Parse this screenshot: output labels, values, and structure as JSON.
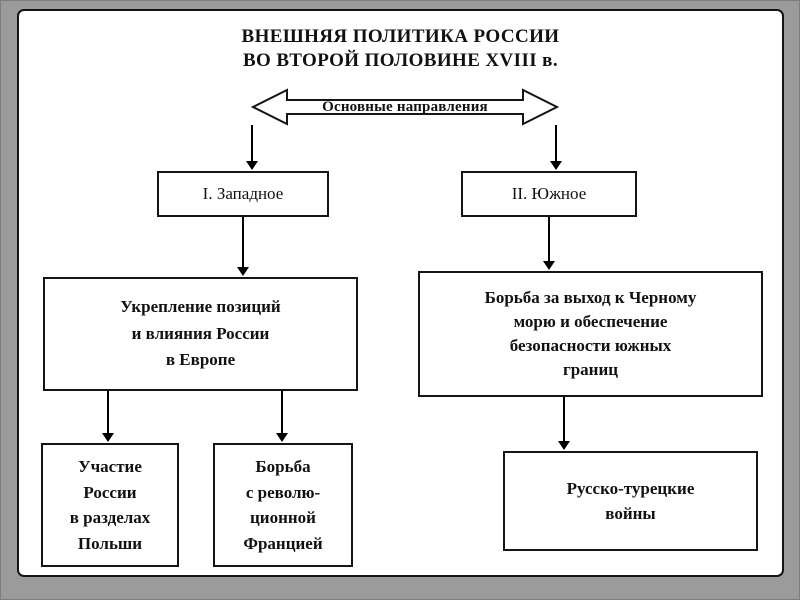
{
  "title": {
    "line1": "ВНЕШНЯЯ ПОЛИТИКА РОССИИ",
    "line2": "ВО ВТОРОЙ ПОЛОВИНЕ XVIII в."
  },
  "banner": {
    "label": "Основные направления"
  },
  "branches": {
    "west": {
      "heading": "I. Западное",
      "goal": {
        "lines": [
          "Укрепление позиций",
          "и влияния России",
          "в Европе"
        ]
      },
      "outcomes": [
        {
          "lines": [
            "Участие",
            "России",
            "в разделах",
            "Польши"
          ]
        },
        {
          "lines": [
            "Борьба",
            "с револю-",
            "ционной",
            "Францией"
          ]
        }
      ]
    },
    "south": {
      "heading": "II. Южное",
      "goal": {
        "lines": [
          "Борьба за выход к Черному",
          "морю и обеспечение",
          "безопасности южных",
          "границ"
        ]
      },
      "outcomes": [
        {
          "lines": [
            "Русско-турецкие",
            "войны"
          ]
        }
      ]
    }
  },
  "colors": {
    "frame": "#9b9b9b",
    "panel": "#ffffff",
    "line": "#000000"
  }
}
